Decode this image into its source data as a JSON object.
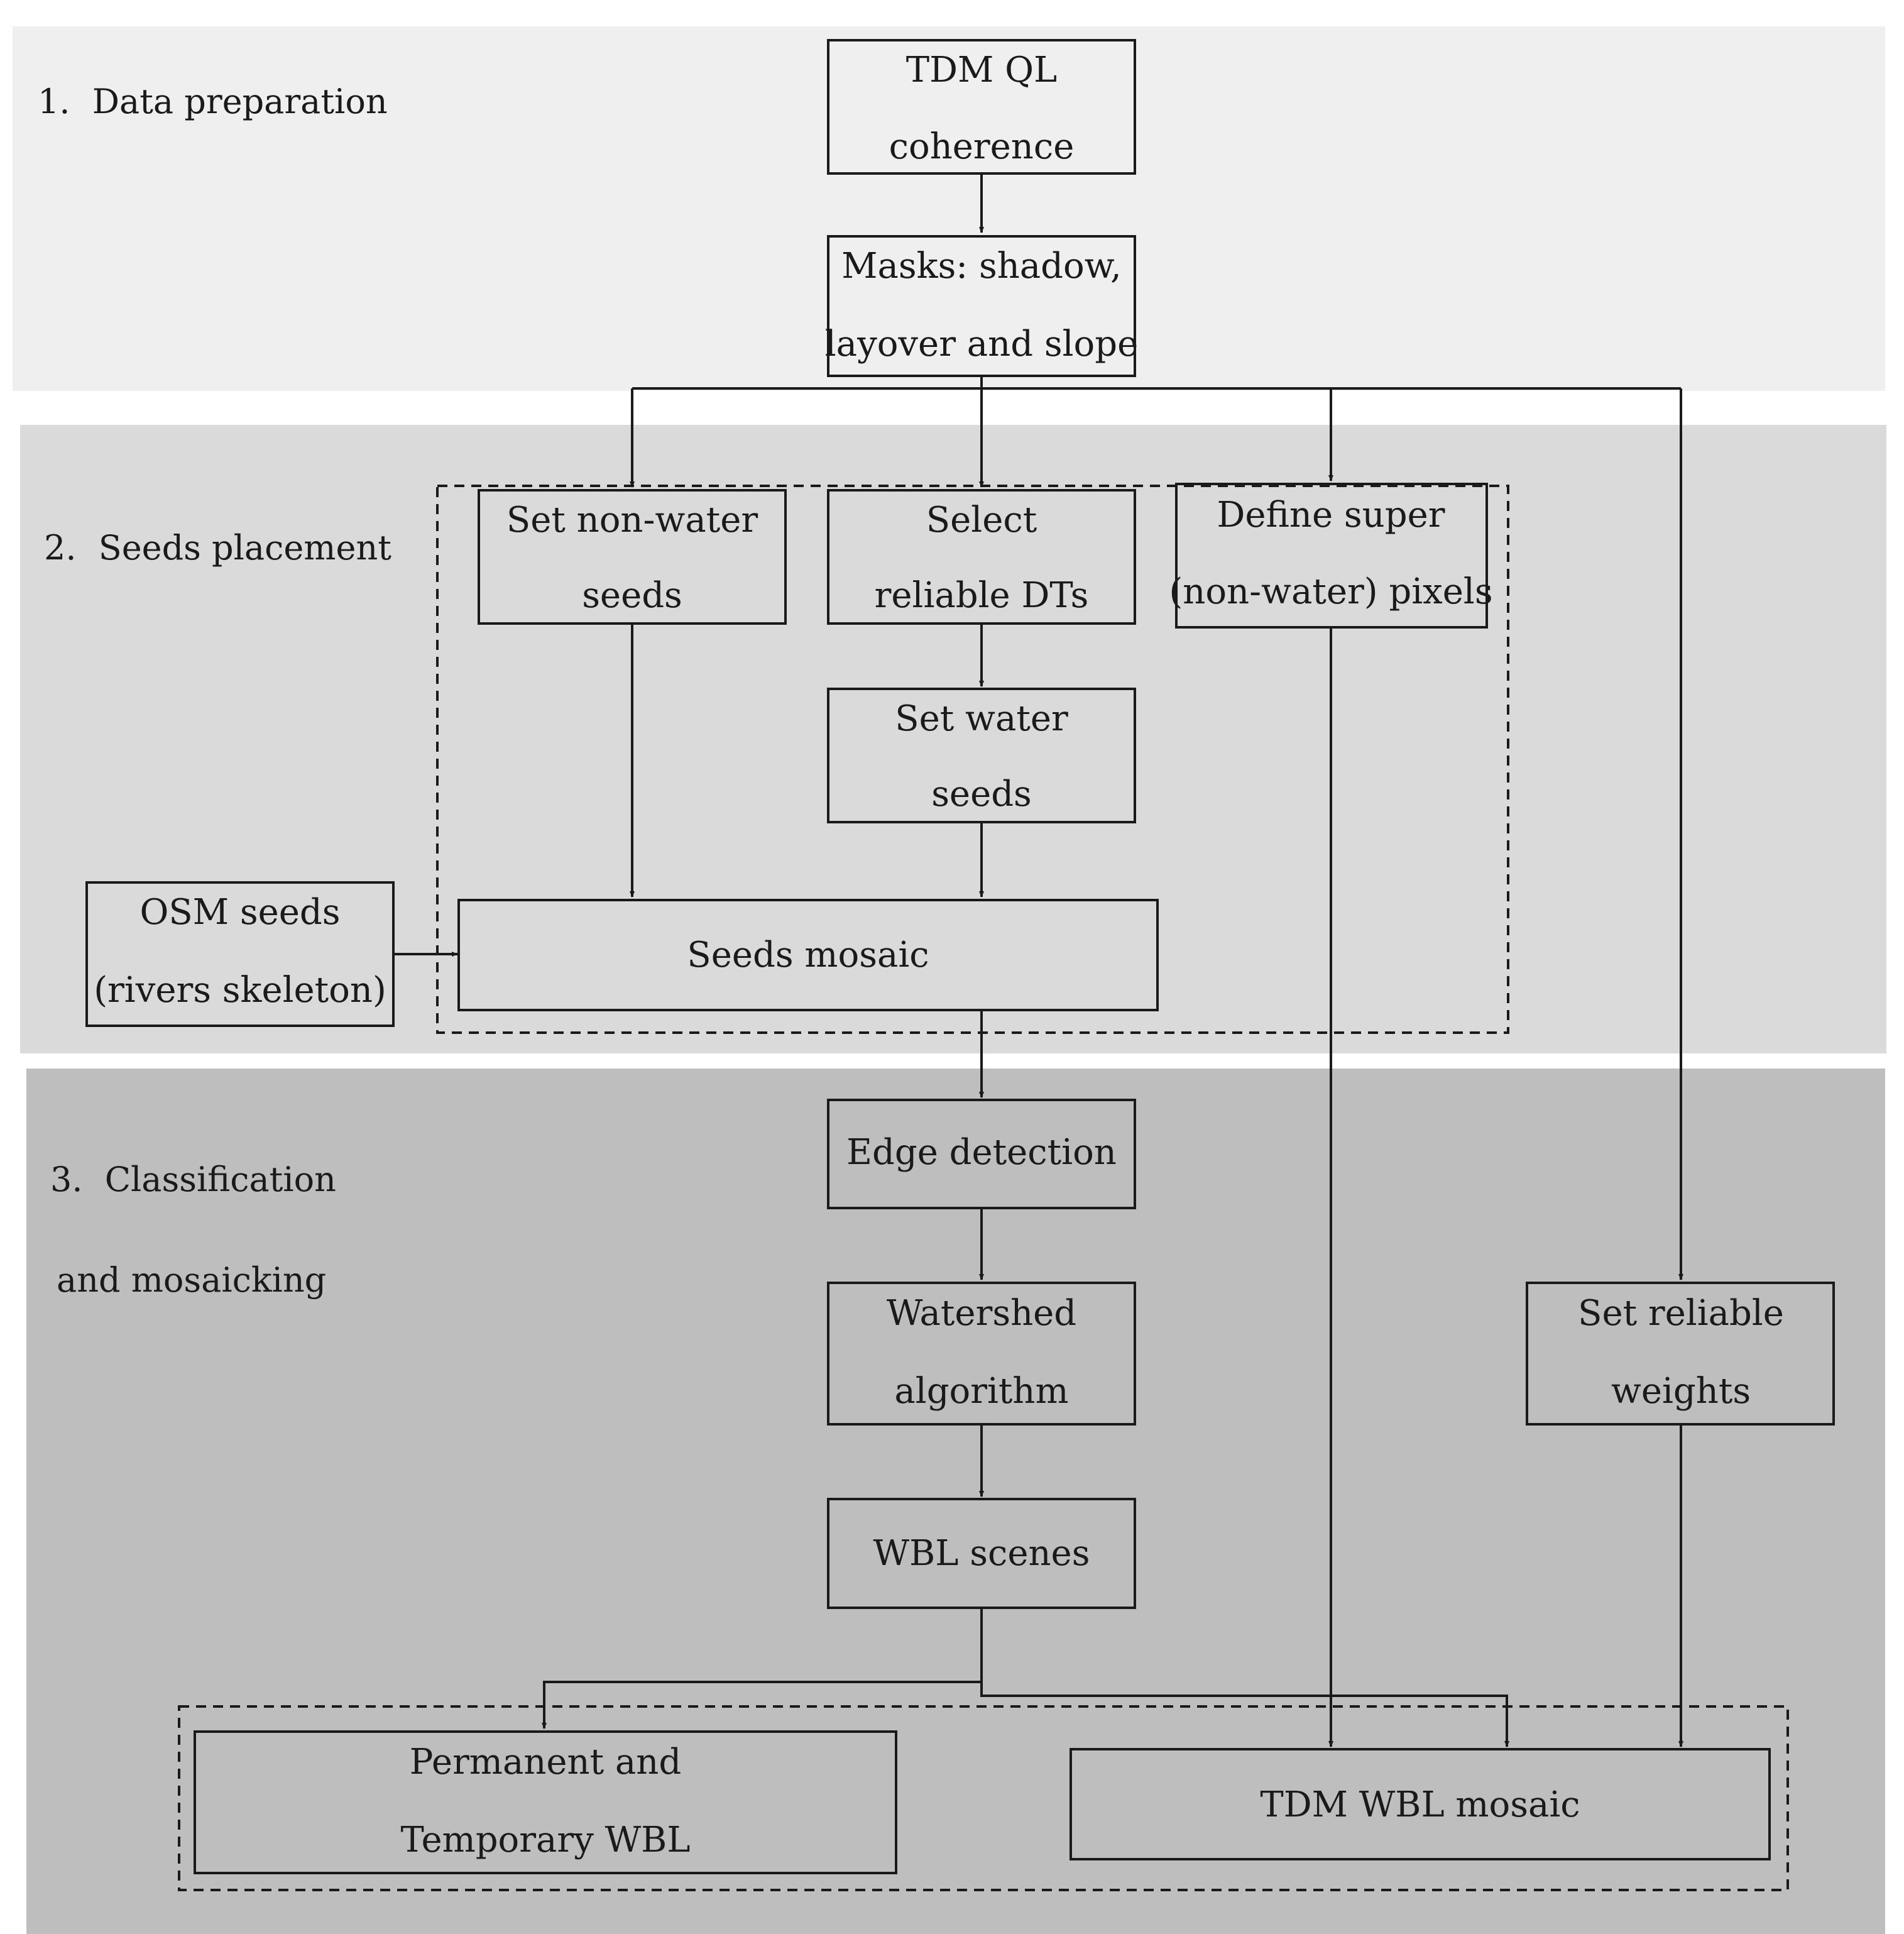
{
  "stages": {
    "data_preparation": {
      "number": "1.",
      "title": "Data preparation"
    },
    "seeds_placement": {
      "number": "2.",
      "title": "Seeds placement"
    },
    "classification": {
      "number": "3.",
      "title_line1": "Classification",
      "title_line2": "and mosaicking"
    }
  },
  "boxes": {
    "tdm_ql": {
      "line1": "TDM QL",
      "line2": "coherence"
    },
    "masks": {
      "line1": "Masks: shadow,",
      "line2": "layover and slope"
    },
    "non_water_seeds": {
      "line1": "Set non-water",
      "line2": "seeds"
    },
    "select_dts": {
      "line1": "Select",
      "line2": "reliable DTs"
    },
    "super_pixels": {
      "line1": "Define super",
      "line2": "(non-water) pixels"
    },
    "water_seeds": {
      "line1": "Set water",
      "line2": "seeds"
    },
    "osm_seeds": {
      "line1": "OSM seeds",
      "line2": "(rivers skeleton)"
    },
    "seeds_mosaic": {
      "line1": "Seeds mosaic"
    },
    "edge_detection": {
      "line1": "Edge detection"
    },
    "watershed": {
      "line1": "Watershed",
      "line2": "algorithm"
    },
    "reliable_weights": {
      "line1": "Set reliable",
      "line2": "weights"
    },
    "wbl_scenes": {
      "line1": "WBL scenes"
    },
    "permanent_temporary": {
      "line1": "Permanent and",
      "line2": "Temporary WBL"
    },
    "tdm_wbl_mosaic": {
      "line1": "TDM WBL mosaic"
    }
  },
  "colors": {
    "stage1_fill": "#efefef",
    "stage2_fill": "#dadada",
    "stage3_fill": "#bebebe",
    "line": "#1a1a1a"
  }
}
